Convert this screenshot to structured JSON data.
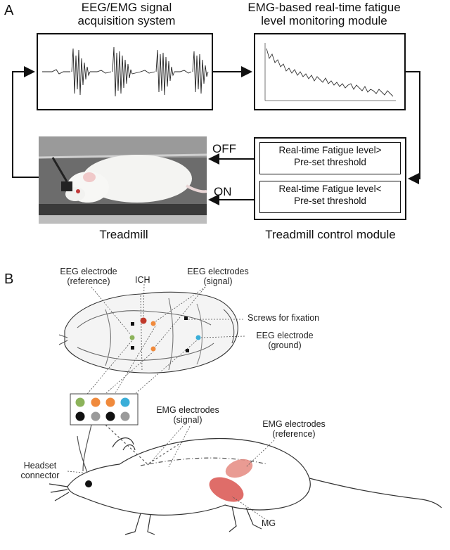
{
  "panel_a": {
    "letter": "A",
    "acquisition": {
      "title_line1": "EEG/EMG signal",
      "title_line2": "acquisition system"
    },
    "monitoring": {
      "title_line1": "EMG-based real-time fatigue",
      "title_line2": "level monitoring module"
    },
    "control": {
      "title": "Treadmill control module",
      "condition_1_line1": "Real-time Fatigue level>",
      "condition_1_line2": "Pre-set threshold",
      "condition_2_line1": "Real-time Fatigue level<",
      "condition_2_line2": "Pre-set threshold"
    },
    "arrow_off": "OFF",
    "arrow_on": "ON",
    "treadmill_label": "Treadmill"
  },
  "panel_b": {
    "letter": "B",
    "eeg_reference_line1": "EEG electrode",
    "eeg_reference_line2": "(reference)",
    "ich": "ICH",
    "eeg_signal_line1": "EEG electrodes",
    "eeg_signal_line2": "(signal)",
    "screws": "Screws for fixation",
    "eeg_ground_line1": "EEG electrode",
    "eeg_ground_line2": "(ground)",
    "emg_signal_line1": "EMG electrodes",
    "emg_signal_line2": "(signal)",
    "emg_reference_line1": "EMG electrodes",
    "emg_reference_line2": "(reference)",
    "headset_line1": "Headset",
    "headset_line2": "connector",
    "mg": "MG"
  },
  "colors": {
    "electrode_green": "#8cb35a",
    "electrode_orange": "#f08a3c",
    "electrode_blue": "#3aaed8",
    "electrode_red": "#c0392b",
    "electrode_black": "#111111",
    "electrode_gray": "#9a9a9a",
    "muscle_red": "#d9534f"
  }
}
